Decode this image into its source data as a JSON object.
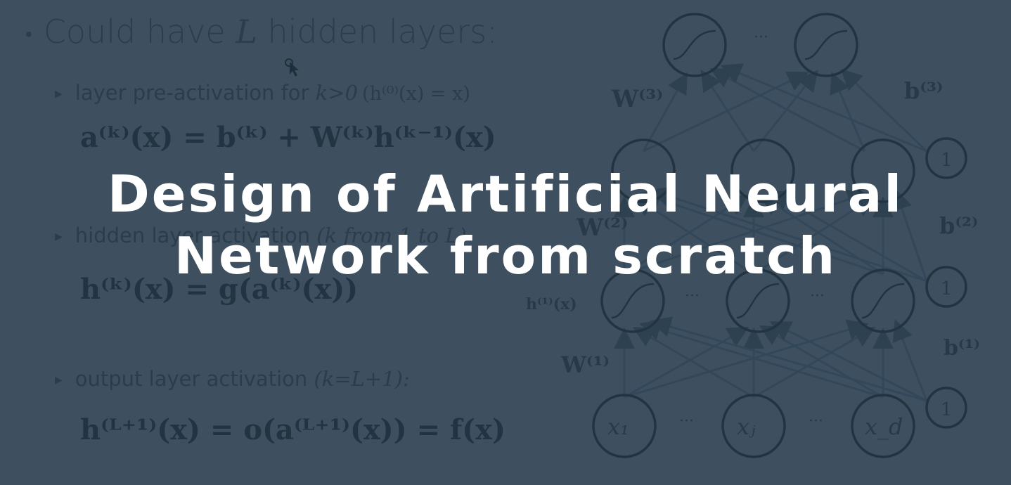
{
  "slide": {
    "bullet": {
      "prefix": "Could have ",
      "var": "L",
      "suffix": " hidden layers:"
    },
    "items": [
      {
        "label": "layer pre-activation for ",
        "cond": "k>0",
        "aside": "(h⁽⁰⁾(x) = x)",
        "equation": "a⁽ᵏ⁾(x) = b⁽ᵏ⁾ + W⁽ᵏ⁾h⁽ᵏ⁻¹⁾(x)"
      },
      {
        "label": "hidden layer activation ",
        "cond": "(k from 1 to L)",
        "equation": "h⁽ᵏ⁾(x) = g(a⁽ᵏ⁾(x))"
      },
      {
        "label": "output layer activation ",
        "cond": "(k=L+1):",
        "equation": "h⁽ᴸ⁺¹⁾(x) = o(a⁽ᴸ⁺¹⁾(x)) = f(x)"
      }
    ]
  },
  "diagram": {
    "weights": [
      "W⁽³⁾",
      "W⁽²⁾",
      "W⁽¹⁾"
    ],
    "biases": [
      "b⁽³⁾",
      "b⁽²⁾",
      "b⁽¹⁾"
    ],
    "hidden_label": "h⁽¹⁾(x)",
    "inputs": [
      "x₁",
      "xⱼ",
      "x_d"
    ],
    "bias_unit": "1",
    "ellipsis": "···"
  },
  "title": {
    "line1": "Design of Artificial Neural",
    "line2": "Network from scratch"
  },
  "colors": {
    "background": "#3e5060",
    "title": "#ffffff",
    "faded_ink": "#283a48"
  }
}
